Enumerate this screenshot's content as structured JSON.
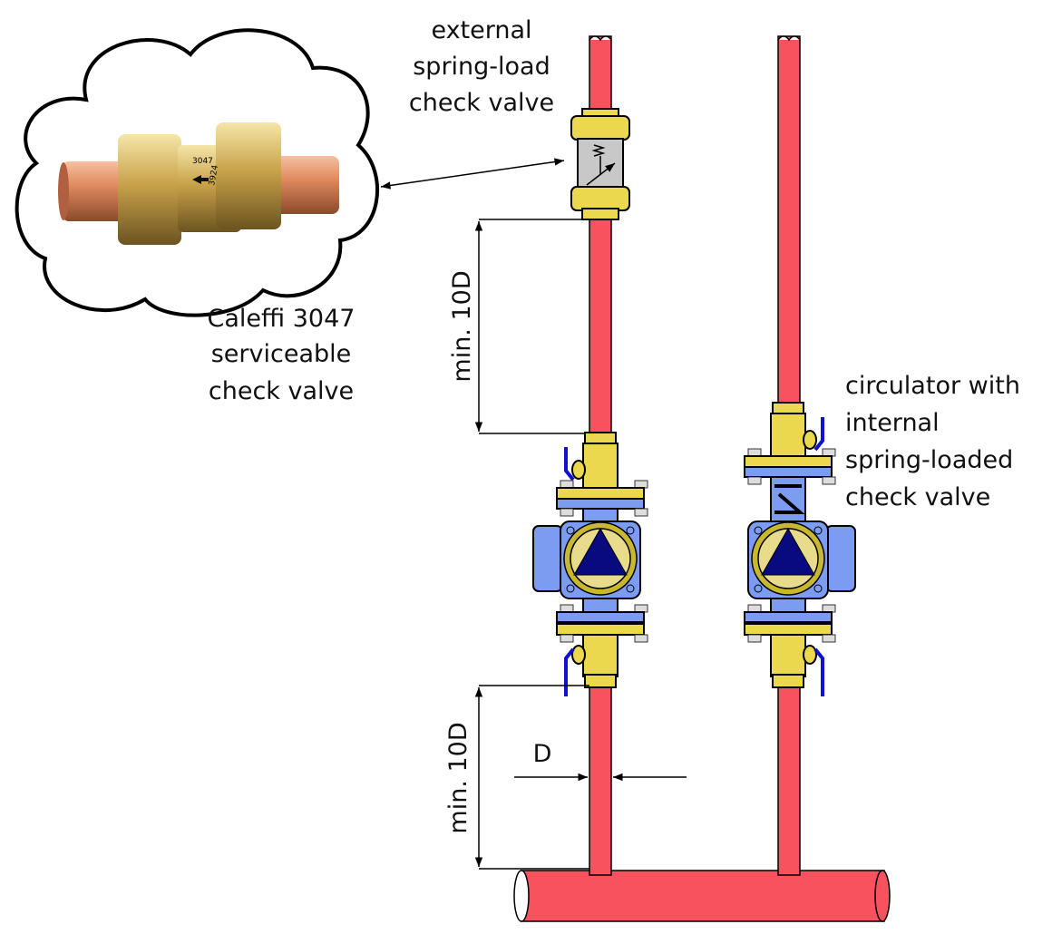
{
  "labels": {
    "external_valve": [
      "external",
      "spring-load",
      "check valve"
    ],
    "caleffi": [
      "Caleffi 3047",
      "serviceable",
      "check valve"
    ],
    "circulator": [
      "circulator with",
      "internal",
      "spring-loaded",
      "check valve"
    ],
    "dim_upper": "min. 10D",
    "dim_lower": "min. 10D",
    "diameter": "D"
  },
  "photo_markings": [
    "3047",
    "3924"
  ],
  "colors": {
    "pipe": "#f7525e",
    "brass": "#ecd84f",
    "pump_body": "#7b9cf0",
    "handle": "#1010d0",
    "triangle": "#0a0a80"
  }
}
